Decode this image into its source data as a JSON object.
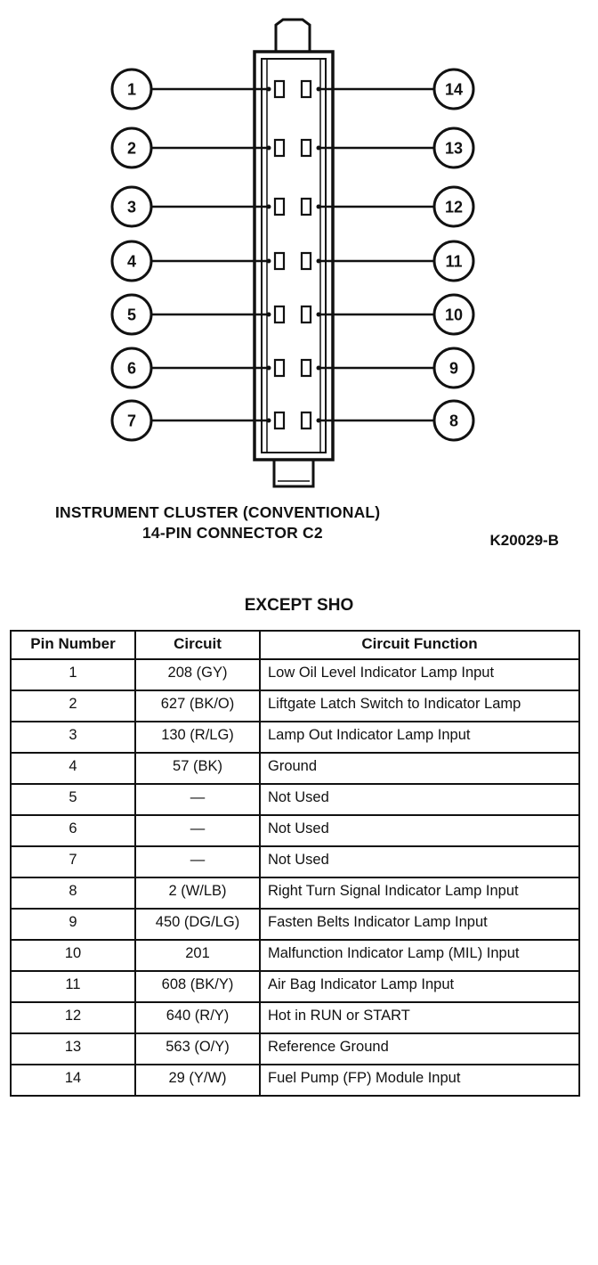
{
  "diagram": {
    "left_pins": [
      "1",
      "2",
      "3",
      "4",
      "5",
      "6",
      "7"
    ],
    "right_pins": [
      "14",
      "13",
      "12",
      "11",
      "10",
      "9",
      "8"
    ]
  },
  "caption": {
    "line1": "INSTRUMENT CLUSTER (CONVENTIONAL)",
    "line2": "14-PIN CONNECTOR C2",
    "figure_id": "K20029-B"
  },
  "subtitle": "EXCEPT SHO",
  "table": {
    "headers": [
      "Pin Number",
      "Circuit",
      "Circuit Function"
    ],
    "rows": [
      {
        "pin": "1",
        "circuit": "208 (GY)",
        "function": "Low Oil Level Indicator Lamp Input"
      },
      {
        "pin": "2",
        "circuit": "627 (BK/O)",
        "function": "Liftgate Latch Switch to Indicator Lamp"
      },
      {
        "pin": "3",
        "circuit": "130 (R/LG)",
        "function": "Lamp Out Indicator Lamp Input"
      },
      {
        "pin": "4",
        "circuit": "57 (BK)",
        "function": "Ground"
      },
      {
        "pin": "5",
        "circuit": "—",
        "function": "Not Used"
      },
      {
        "pin": "6",
        "circuit": "—",
        "function": "Not Used"
      },
      {
        "pin": "7",
        "circuit": "—",
        "function": "Not Used"
      },
      {
        "pin": "8",
        "circuit": "2 (W/LB)",
        "function": "Right Turn Signal Indicator Lamp Input"
      },
      {
        "pin": "9",
        "circuit": "450 (DG/LG)",
        "function": "Fasten Belts Indicator Lamp Input"
      },
      {
        "pin": "10",
        "circuit": "201",
        "function": "Malfunction Indicator Lamp (MIL) Input"
      },
      {
        "pin": "11",
        "circuit": "608 (BK/Y)",
        "function": "Air Bag Indicator Lamp Input"
      },
      {
        "pin": "12",
        "circuit": "640 (R/Y)",
        "function": "Hot in RUN or START"
      },
      {
        "pin": "13",
        "circuit": "563 (O/Y)",
        "function": "Reference Ground"
      },
      {
        "pin": "14",
        "circuit": "29 (Y/W)",
        "function": "Fuel Pump (FP) Module Input"
      }
    ]
  }
}
